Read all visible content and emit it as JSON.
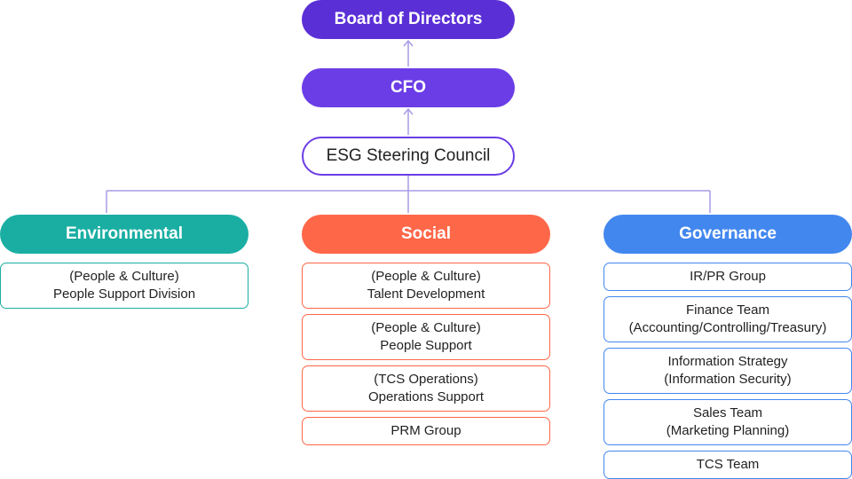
{
  "top": {
    "board": "Board of Directors",
    "cfo": "CFO",
    "council": "ESG Steering Council"
  },
  "categories": {
    "environmental": {
      "label": "Environmental",
      "color": "#1aaea3",
      "items": [
        {
          "line1": "(People & Culture)",
          "line2": "People Support Division"
        }
      ]
    },
    "social": {
      "label": "Social",
      "color": "#ff6749",
      "items": [
        {
          "line1": "(People & Culture)",
          "line2": "Talent Development"
        },
        {
          "line1": "(People & Culture)",
          "line2": "People Support"
        },
        {
          "line1": "(TCS Operations)",
          "line2": "Operations Support"
        },
        {
          "line1": "PRM Group",
          "line2": ""
        }
      ]
    },
    "governance": {
      "label": "Governance",
      "color": "#4287ee",
      "items": [
        {
          "line1": "IR/PR Group",
          "line2": ""
        },
        {
          "line1": "Finance Team",
          "line2": "(Accounting/Controlling/Treasury)"
        },
        {
          "line1": "Information Strategy",
          "line2": "(Information Security)"
        },
        {
          "line1": "Sales Team",
          "line2": "(Marketing Planning)"
        },
        {
          "line1": "TCS Team",
          "line2": ""
        }
      ]
    }
  },
  "colors": {
    "connector": "#a99be6",
    "primary": "#6b3de6"
  }
}
